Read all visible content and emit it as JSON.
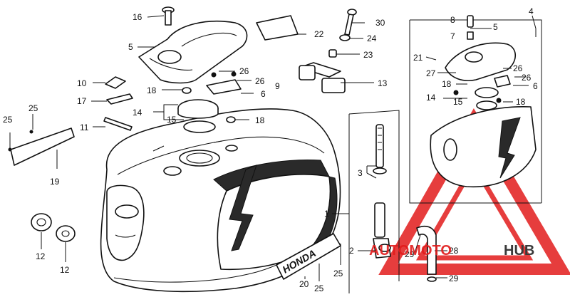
{
  "callouts": [
    {
      "id": "16",
      "label": "16"
    },
    {
      "id": "5a",
      "label": "5"
    },
    {
      "id": "22",
      "label": "22"
    },
    {
      "id": "30",
      "label": "30"
    },
    {
      "id": "24",
      "label": "24"
    },
    {
      "id": "23",
      "label": "23"
    },
    {
      "id": "26a",
      "label": "26"
    },
    {
      "id": "26b",
      "label": "26"
    },
    {
      "id": "10",
      "label": "10"
    },
    {
      "id": "18a",
      "label": "18"
    },
    {
      "id": "6a",
      "label": "6"
    },
    {
      "id": "9",
      "label": "9"
    },
    {
      "id": "13",
      "label": "13"
    },
    {
      "id": "17",
      "label": "17"
    },
    {
      "id": "14a",
      "label": "14"
    },
    {
      "id": "15a",
      "label": "15"
    },
    {
      "id": "18b",
      "label": "18"
    },
    {
      "id": "25a",
      "label": "25"
    },
    {
      "id": "25b",
      "label": "25"
    },
    {
      "id": "11",
      "label": "11"
    },
    {
      "id": "19",
      "label": "19"
    },
    {
      "id": "3",
      "label": "3"
    },
    {
      "id": "1",
      "label": "1"
    },
    {
      "id": "2",
      "label": "2"
    },
    {
      "id": "25c",
      "label": "25"
    },
    {
      "id": "12a",
      "label": "12"
    },
    {
      "id": "12b",
      "label": "12"
    },
    {
      "id": "20",
      "label": "20"
    },
    {
      "id": "25d",
      "label": "25"
    },
    {
      "id": "8",
      "label": "8"
    },
    {
      "id": "4",
      "label": "4"
    },
    {
      "id": "5b",
      "label": "5"
    },
    {
      "id": "7",
      "label": "7"
    },
    {
      "id": "21",
      "label": "21"
    },
    {
      "id": "26c",
      "label": "26"
    },
    {
      "id": "27",
      "label": "27"
    },
    {
      "id": "26d",
      "label": "26"
    },
    {
      "id": "18c",
      "label": "18"
    },
    {
      "id": "6b",
      "label": "6"
    },
    {
      "id": "14b",
      "label": "14"
    },
    {
      "id": "15b",
      "label": "15"
    },
    {
      "id": "18d",
      "label": "18"
    },
    {
      "id": "29a",
      "label": "29"
    },
    {
      "id": "28",
      "label": "28"
    },
    {
      "id": "29b",
      "label": "29"
    }
  ],
  "emblem_text": "HONDA",
  "watermark": {
    "word_a": "AUTOMOTO",
    "word_b": "HUB",
    "color_a": "#e21b1b",
    "color_b": "#3a3a3a"
  }
}
